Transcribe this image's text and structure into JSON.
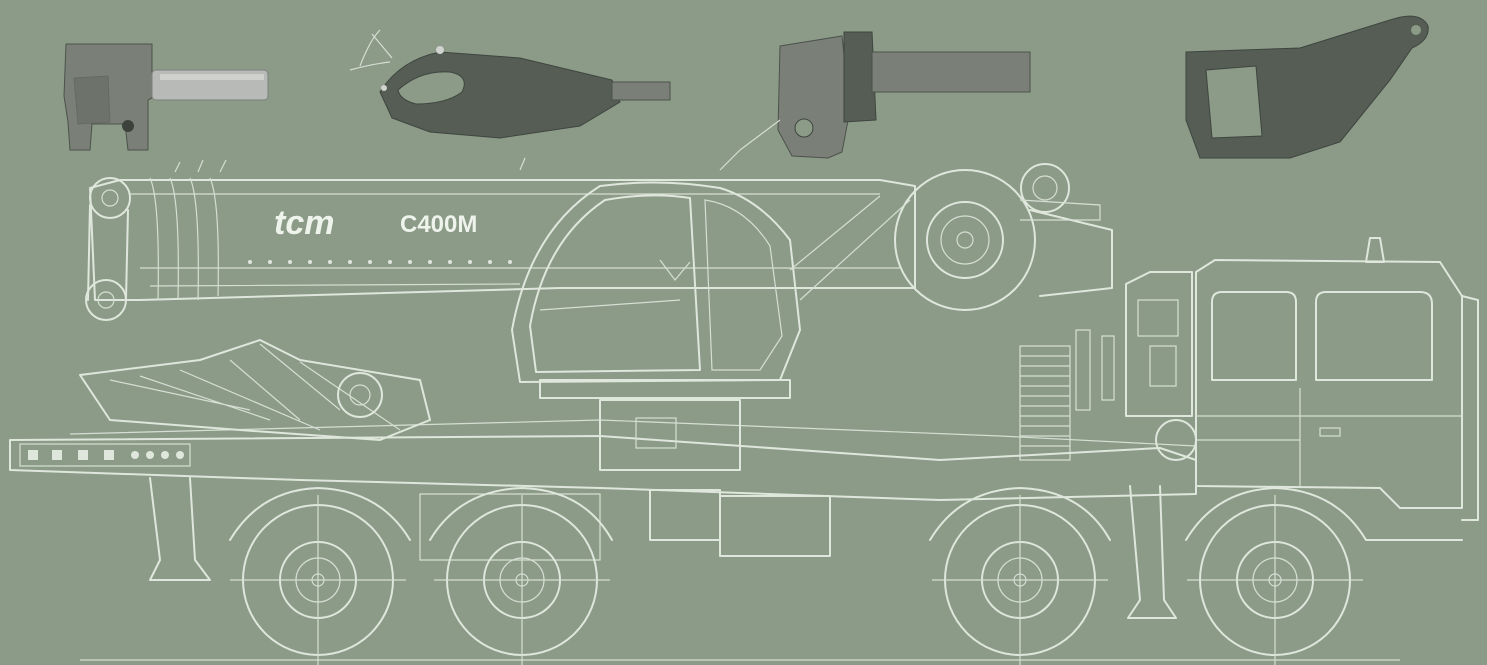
{
  "brand": {
    "logo_text": "tcm",
    "model": "C400M"
  },
  "colors": {
    "background": "#8b9b87",
    "linework": "#dfe6dc",
    "part_metal": "#565d55",
    "pin_metal": "#b7bab6"
  },
  "parts": [
    {
      "name": "fork-pin-part"
    },
    {
      "name": "hook-plate-part"
    },
    {
      "name": "bracket-arm-part"
    },
    {
      "name": "square-plate-part"
    }
  ]
}
